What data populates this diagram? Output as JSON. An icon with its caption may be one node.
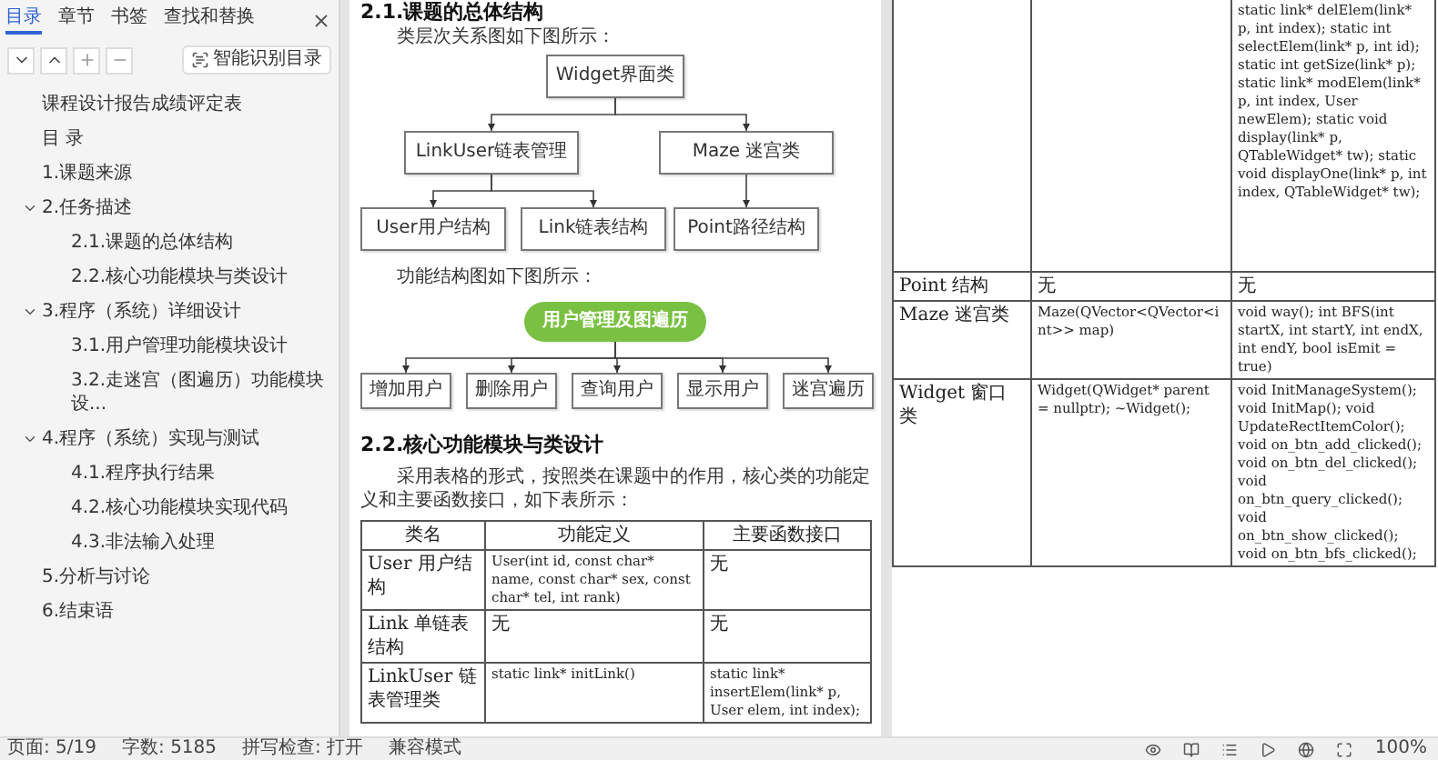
{
  "diagram": {
    "nodes": [
      {
        "text": [
          "Widget界面类"
        ]
      },
      {
        "text": [
          "LinkUser链表管理"
        ]
      },
      {
        "text": [
          "Maze 迷宫类"
        ]
      },
      {
        "text": [
          "User用户结构"
        ]
      },
      {
        "text": [
          "Link链表结构"
        ]
      },
      {
        "text": [
          "Point路径结构"
        ]
      },
      {
        "text": [
          "用户管理及图遍历"
        ]
      },
      {
        "text": [
          "增加用户"
        ]
      },
      {
        "text": [
          "删除用户"
        ]
      },
      {
        "text": [
          "查询用户"
        ]
      },
      {
        "text": [
          "显示用户"
        ]
      },
      {
        "text": [
          "迷宫遍历"
        ]
      }
    ],
    "edges": [
      {
        "from": 0,
        "to": 1,
        "arrow": "to"
      },
      {
        "from": 0,
        "to": 2,
        "arrow": "to"
      },
      {
        "from": 1,
        "to": 3,
        "arrow": "to"
      },
      {
        "from": 1,
        "to": 4,
        "arrow": "to"
      },
      {
        "from": 2,
        "to": 5,
        "arrow": "to"
      },
      {
        "from": 6,
        "to": 7,
        "arrow": "to"
      },
      {
        "from": 6,
        "to": 8,
        "arrow": "to"
      },
      {
        "from": 6,
        "to": 9,
        "arrow": "to"
      },
      {
        "from": 6,
        "to": 10,
        "arrow": "to"
      },
      {
        "from": 6,
        "to": 11,
        "arrow": "to"
      }
    ],
    "labels": [
      "目录",
      "章节",
      "书签",
      "查找和替换",
      "智能识别目录",
      "课程设计报告成绩评定表",
      "目 录",
      "1.课题来源",
      "2.任务描述",
      "2.1.课题的总体结构",
      "2.2.核心功能模块与类设计",
      "3.程序（系统）详细设计",
      "3.1.用户管理功能模块设计",
      "3.2.走迷宫（图遍历）功能模块设...",
      "4.程序（系统）实现与测试",
      "4.1.程序执行结果",
      "4.2.核心功能模块实现代码",
      "4.3.非法输入处理",
      "5.分析与讨论",
      "6.结束语",
      "2.1.课题的总体结构",
      "类层次关系图如下图所示：",
      "功能结构图如下图所示：",
      "2.2.核心功能模块与类设计",
      "采用表格的形式，按照类在课题中的作用，核心类的功能定义和主要函数接口，如下表所示：",
      "类名",
      "功能定义",
      "主要函数接口",
      "User 用户结构",
      "User(int id, const char* name, const char* sex, const char* tel, int rank)",
      "无",
      "Link 单链表结构",
      "无",
      "无",
      "LinkUser 链表管理类",
      "static link* initLink()",
      "static link* insertElem(link* p, User elem, int index);",
      "static link* delElem(link* p, int index); static int selectElem(link* p, int id); static int getSize(link* p); static link* modElem(link* p, int index, User newElem); static void display(link* p, QTableWidget* tw); static void displayOne(link* p, int index, QTableWidget* tw);",
      "Point 结构",
      "无",
      "无",
      "Maze 迷宫类",
      "Maze(QVector<QVector<int>> map)",
      "void way(); int BFS(int startX, int startY, int endX, int endY, bool isEmit = true)",
      "Widget 窗口类",
      "Widget(QWidget* parent = nullptr); ~Widget();",
      "void InitManageSystem(); void InitMap(); void UpdateRectItemColor(); void on_btn_add_clicked(); void on_btn_del_clicked(); void on_btn_query_clicked(); void on_btn_show_clicked(); void on_btn_bfs_clicked();",
      "页面: 5/19",
      "字数: 5185",
      "拼写检查: 打开",
      "兼容模式",
      "100%"
    ]
  }
}
